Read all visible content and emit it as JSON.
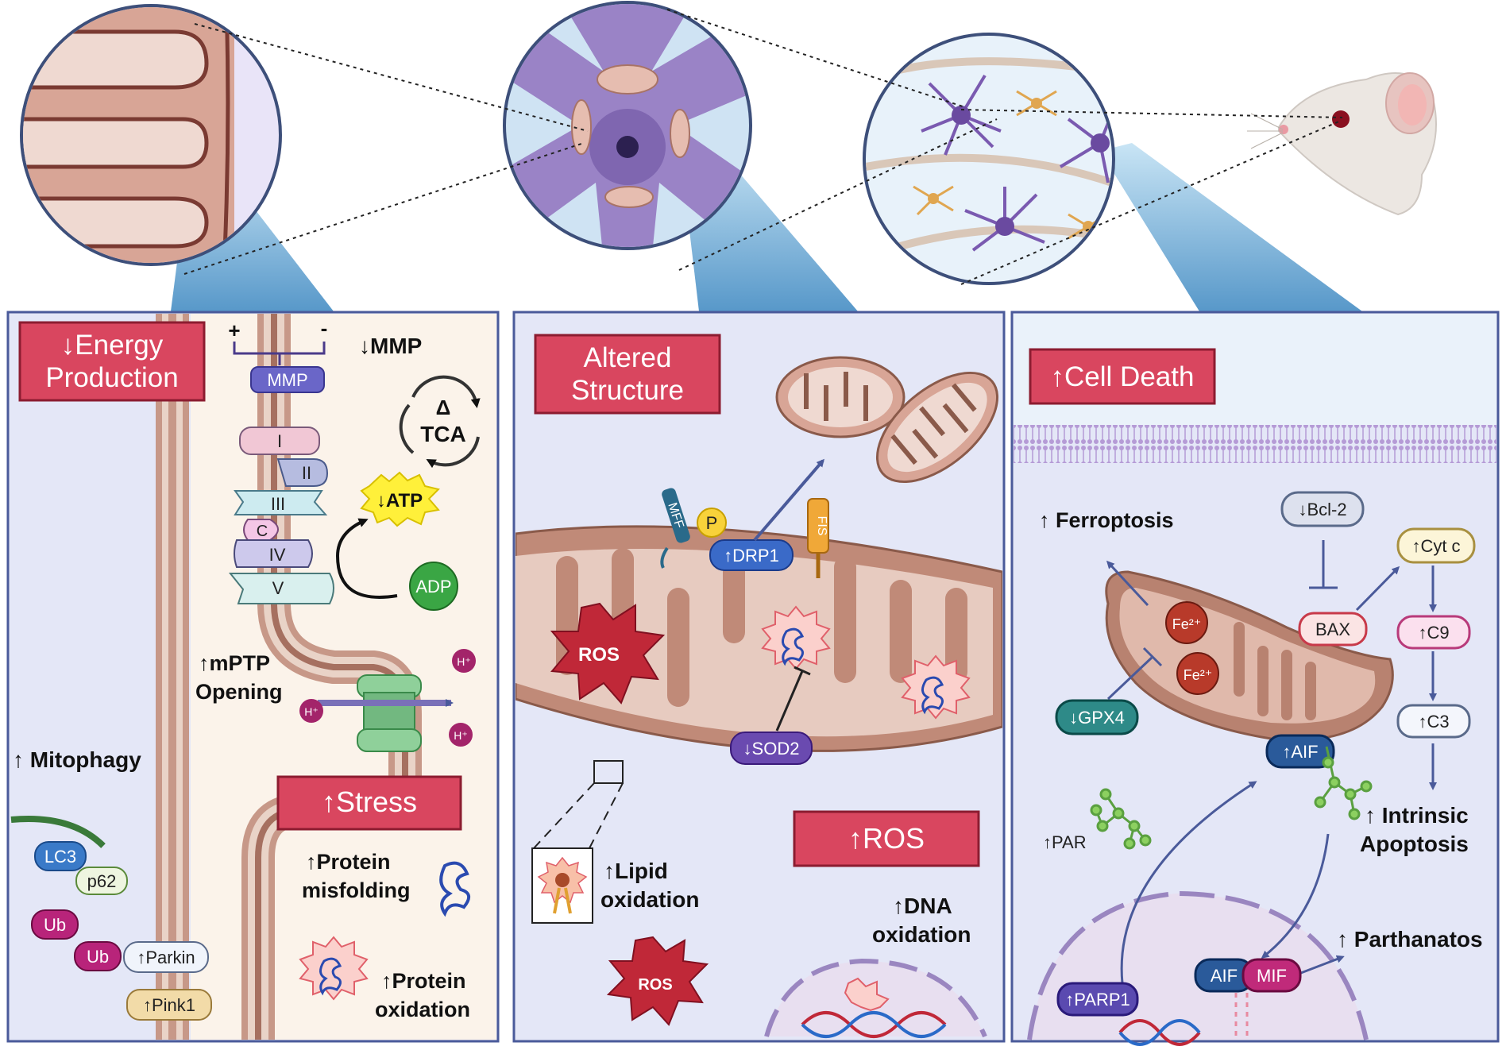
{
  "colors": {
    "panel_bg": "#e4e7f7",
    "panel_border": "#4a5a9a",
    "red_box": "#d9465f",
    "mito_outer": "#c08a78",
    "mito_inner": "#e7cbc0",
    "neuron": "#8a6fb8",
    "blue_cone": "#4a90c8"
  },
  "panel1": {
    "title": "↓Energy Production",
    "mmp_plus": "+",
    "mmp_minus": "-",
    "mmp_label": "↓MMP",
    "mmp_box": "MMP",
    "complex_I": "I",
    "complex_II": "II",
    "complex_III": "III",
    "complex_C": "C",
    "complex_IV": "IV",
    "complex_V": "V",
    "tca_delta": "Δ",
    "tca": "TCA",
    "atp": "↓ATP",
    "adp": "ADP",
    "mptp_1": "↑mPTP",
    "mptp_2": "Opening",
    "h_plus": "H⁺",
    "mitophagy": "↑ Mitophagy",
    "stress": "↑Stress",
    "misfold_1": "↑Protein",
    "misfold_2": "misfolding",
    "prot_ox_1": "↑Protein",
    "prot_ox_2": "oxidation",
    "lc3": "LC3",
    "p62": "p62",
    "ub": "Ub",
    "parkin": "↑Parkin",
    "pink1": "↑Pink1"
  },
  "panel2": {
    "title_1": "Altered",
    "title_2": "Structure",
    "mff": "MFF",
    "p": "P",
    "drp1": "↑DRP1",
    "fis": "FIS",
    "ros": "ROS",
    "sod2": "↓SOD2",
    "lipid_1": "↑Lipid",
    "lipid_2": "oxidation",
    "ros_box": "↑ROS",
    "dna_1": "↑DNA",
    "dna_2": "oxidation"
  },
  "panel3": {
    "title": "↑Cell Death",
    "bcl2": "↓Bcl-2",
    "ferroptosis": "↑ Ferroptosis",
    "cytc": "↑Cyt c",
    "fe": "Fe²⁺",
    "bax": "BAX",
    "c9": "↑C9",
    "gpx4": "↓GPX4",
    "c3": "↑C3",
    "aif_up": "↑AIF",
    "intrinsic_1": "↑ Intrinsic",
    "intrinsic_2": "Apoptosis",
    "par": "↑PAR",
    "parthanatos": "↑ Parthanatos",
    "aif": "AIF",
    "mif": "MIF",
    "parp1": "↑PARP1"
  }
}
